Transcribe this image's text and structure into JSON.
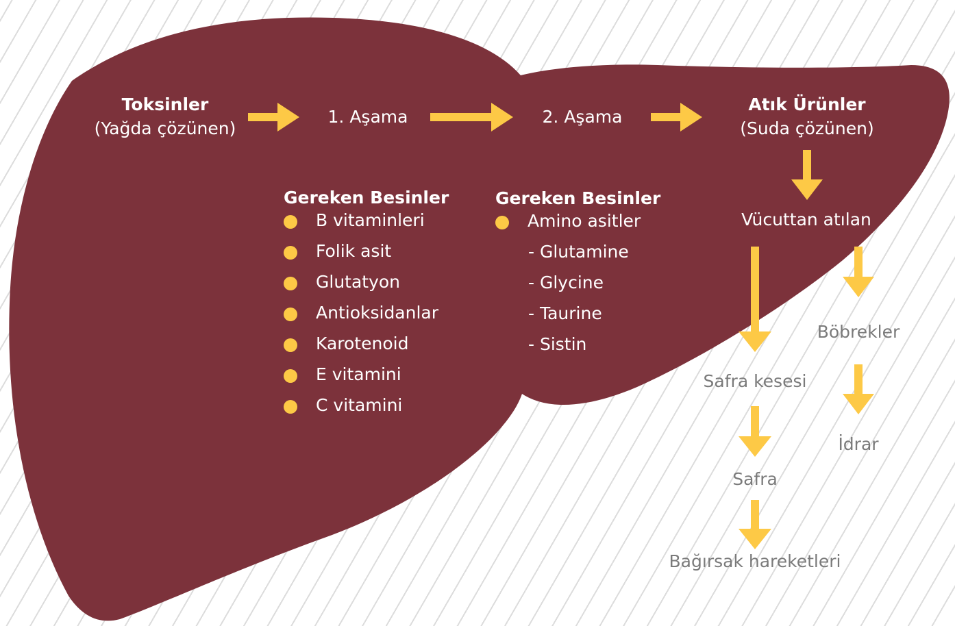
{
  "colors": {
    "liver": "#7c323b",
    "arrow": "#fdc946",
    "text_light": "#ffffff",
    "text_gray": "#7a7a7a"
  },
  "flow": {
    "toxins_title": "Toksinler",
    "toxins_sub": "(Yağda çözünen)",
    "phase1": "1. Aşama",
    "phase2": "2. Aşama",
    "waste_title": "Atık Ürünler",
    "waste_sub": "(Suda çözünen)",
    "eliminated": "Vücuttan atılan",
    "kidneys": "Böbrekler",
    "urine": "İdrar",
    "gallbladder": "Safra kesesi",
    "bile": "Safra",
    "bowel": "Bağırsak hareketleri"
  },
  "phase1_nutrients": {
    "heading": "Gereken Besinler",
    "items": [
      "B vitaminleri",
      "Folik asit",
      "Glutatyon",
      "Antioksidanlar",
      "Karotenoid",
      "E vitamini",
      "C vitamini"
    ]
  },
  "phase2_nutrients": {
    "heading": "Gereken Besinler",
    "main": "Amino asitler",
    "subitems": [
      "- Glutamine",
      "- Glycine",
      "- Taurine",
      "- Sistin"
    ]
  }
}
